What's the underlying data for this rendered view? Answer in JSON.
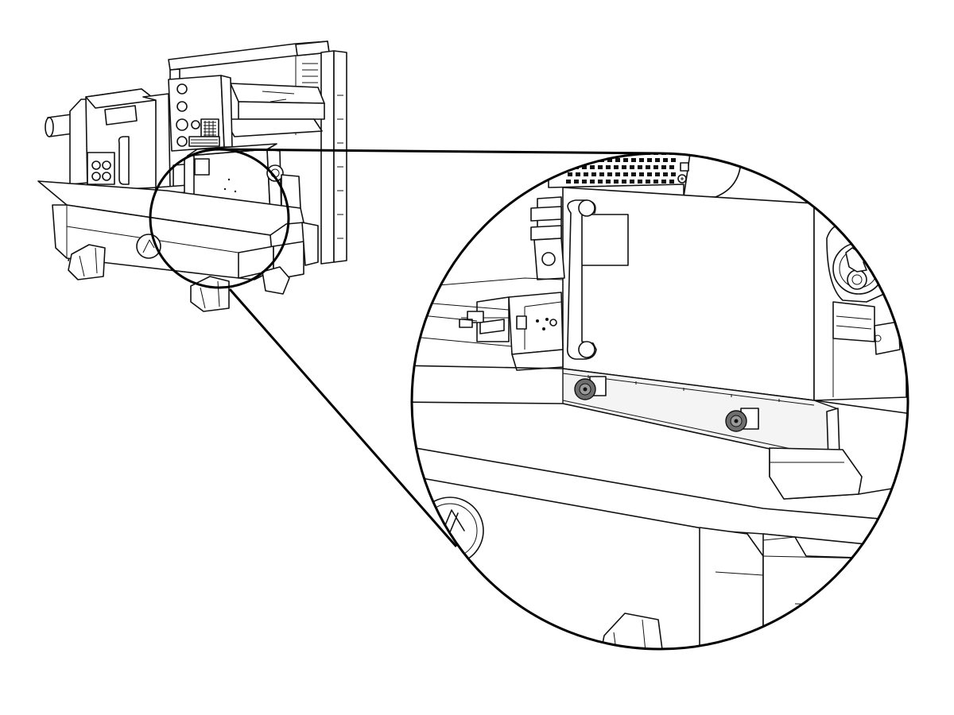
{
  "figure": {
    "type": "technical-illustration",
    "subject": "lathe-machine",
    "detail_callout": "magnified-circle",
    "colors": {
      "line": "#111111",
      "background": "#ffffff",
      "roller": "#6e6e6e",
      "shield": "#f4f4f4"
    }
  }
}
